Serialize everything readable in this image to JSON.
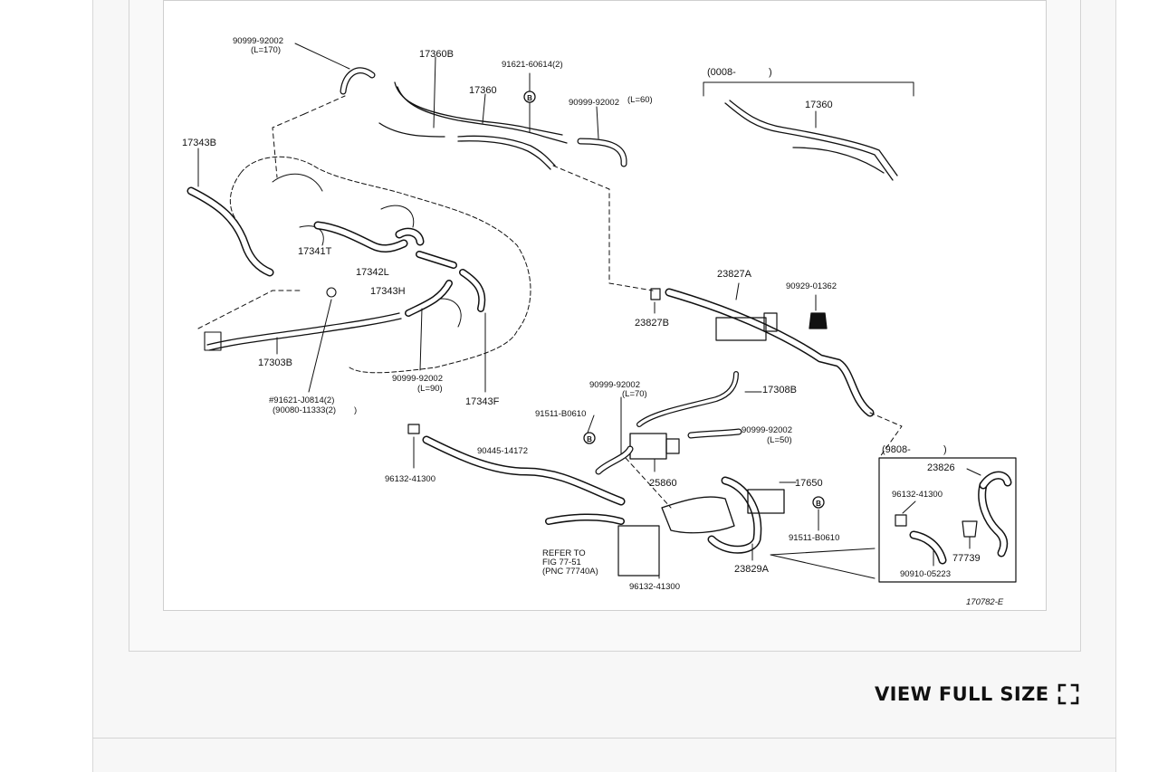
{
  "diagram": {
    "figure_code": "170782-E",
    "callouts": {
      "c_90999_170": "90999-92002",
      "c_l170": "(L=170)",
      "c_17360B": "17360B",
      "c_91621_60614": "91621-60614(2)",
      "c_17360": "17360",
      "c_90999_60": "90999-92002",
      "c_l60": "(L=60)",
      "c_0008": "(0008-",
      "c_17360_alt": "17360",
      "c_17343B": "17343B",
      "c_17341T": "17341T",
      "c_17342L": "17342L",
      "c_17343H": "17343H",
      "c_17303B": "17303B",
      "c_91621_J0814": "#91621-J0814(2)",
      "c_90080": "(90080-11333(2)",
      "c_90999_90": "90999-92002",
      "c_l90": "(L=90)",
      "c_17343F": "17343F",
      "c_23827A": "23827A",
      "c_90929": "90929-01362",
      "c_23827B": "23827B",
      "c_90999_70": "90999-92002",
      "c_l70": "(L=70)",
      "c_17308B": "17308B",
      "c_91511_a": "91511-B0610",
      "c_90999_50": "90999-92002",
      "c_l50": "(L=50)",
      "c_90445": "90445-14172",
      "c_25860": "25860",
      "c_96132_a": "96132-41300",
      "c_17650": "17650",
      "c_91511_b": "91511-B0610",
      "c_refer1": "REFER TO",
      "c_refer2": "FIG 77-51",
      "c_refer3": "(PNC 77740A)",
      "c_96132_b": "96132-41300",
      "c_23829A": "23829A",
      "c_9808": "(9808-",
      "c_23826": "23826",
      "c_96132_c": "96132-41300",
      "c_77739": "77739",
      "c_90910": "90910-05223",
      "c_bolt": "B"
    }
  },
  "view_full_size": {
    "label": "VIEW FULL SIZE",
    "icon": "expand-icon"
  }
}
